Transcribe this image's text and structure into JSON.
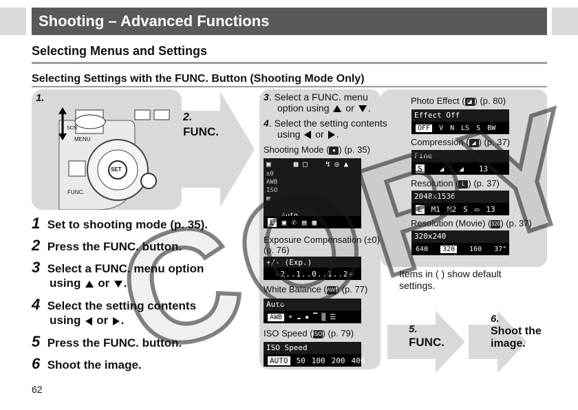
{
  "header": {
    "title": "Shooting – Advanced Functions"
  },
  "section": {
    "title": "Selecting Menus and Settings",
    "subtitle": "Selecting Settings with the FUNC. Button (Shooting Mode Only)"
  },
  "camera": {
    "label_num": "1.",
    "label_2": "2.",
    "label_func": "FUNC.",
    "menu_label": "MENU",
    "set_label": "SET",
    "func_label": "FUNC.",
    "scn_label": "SCN"
  },
  "steps": [
    {
      "num": "1",
      "text": "Set to shooting mode (p. 35)."
    },
    {
      "num": "2",
      "text": "Press the FUNC. button."
    },
    {
      "num": "3",
      "text_a": "Select a FUNC. menu option",
      "text_b": "using",
      "text_c": "or",
      "text_d": "."
    },
    {
      "num": "4",
      "text_a": "Select the setting contents",
      "text_b": "using",
      "text_c": "or",
      "text_d": "."
    },
    {
      "num": "5",
      "text": "Press the FUNC. button."
    },
    {
      "num": "6",
      "text": "Shoot the image."
    }
  ],
  "instructions": {
    "s3_num": "3",
    "s3_a": ". Select a FUNC. menu",
    "s3_b": "option using",
    "s3_c": "or",
    "s3_d": ".",
    "s4_num": "4",
    "s4_a": ". Select the setting contents",
    "s4_b": "using",
    "s4_c": "or",
    "s4_d": "."
  },
  "labels": {
    "shooting_mode_a": "Shooting Mode (",
    "shooting_mode_b": ") (p. 35)",
    "exposure": "Exposure Compensation (±0)",
    "exposure_page": "(p. 76)",
    "wb_a": "White Balance (",
    "wb_b": ") (p. 77)",
    "iso_a": "ISO Speed (",
    "iso_b": ") (p. 79)",
    "photo_effect_a": "Photo Effect (",
    "photo_effect_b": ") (p. 80)",
    "compression_a": "Compression (",
    "compression_b": ") (p. 37)",
    "resolution_a": "Resolution (",
    "resolution_b": ") (p. 37)",
    "resolution_movie_a": "Resolution (Movie) (",
    "resolution_movie_b": ") (p. 37)",
    "items_note_a": "Items in ( ) show default",
    "items_note_b": "settings."
  },
  "screens": {
    "shooting_mode": {
      "row": "Auto",
      "bar": [
        "L",
        "▣",
        "✆",
        "▤",
        "▦"
      ]
    },
    "exposure": {
      "title": "+/- (Exp.)",
      "scale": "-2..1..0..1..2+"
    },
    "wb": {
      "title": "Auto",
      "bar": [
        "AWB",
        "☀",
        "☁",
        "✸",
        "▔",
        "▒",
        "☰"
      ]
    },
    "iso": {
      "title": "ISO Speed",
      "bar": [
        "AUTO",
        "50",
        "100",
        "200",
        "400"
      ]
    },
    "photo_effect": {
      "title": "Effect Off",
      "bar": [
        "OFF",
        "V",
        "N",
        "LS",
        "S",
        "BW"
      ]
    },
    "compression": {
      "title": "Fine",
      "bar": [
        "S",
        "◢",
        "◢",
        "13"
      ]
    },
    "resolution": {
      "title": "2048x1536",
      "bar": [
        "L",
        "M1",
        "M2",
        "S",
        "▭",
        "13"
      ]
    },
    "resolution_movie": {
      "title": "320x240",
      "bar": [
        "640",
        "320",
        "160",
        "37\""
      ]
    }
  },
  "arrows": {
    "a5_num": "5.",
    "a5_text": "FUNC.",
    "a6_num": "6.",
    "a6_text_a": "Shoot the",
    "a6_text_b": "image."
  },
  "watermark": "COPY",
  "page_number": "62"
}
